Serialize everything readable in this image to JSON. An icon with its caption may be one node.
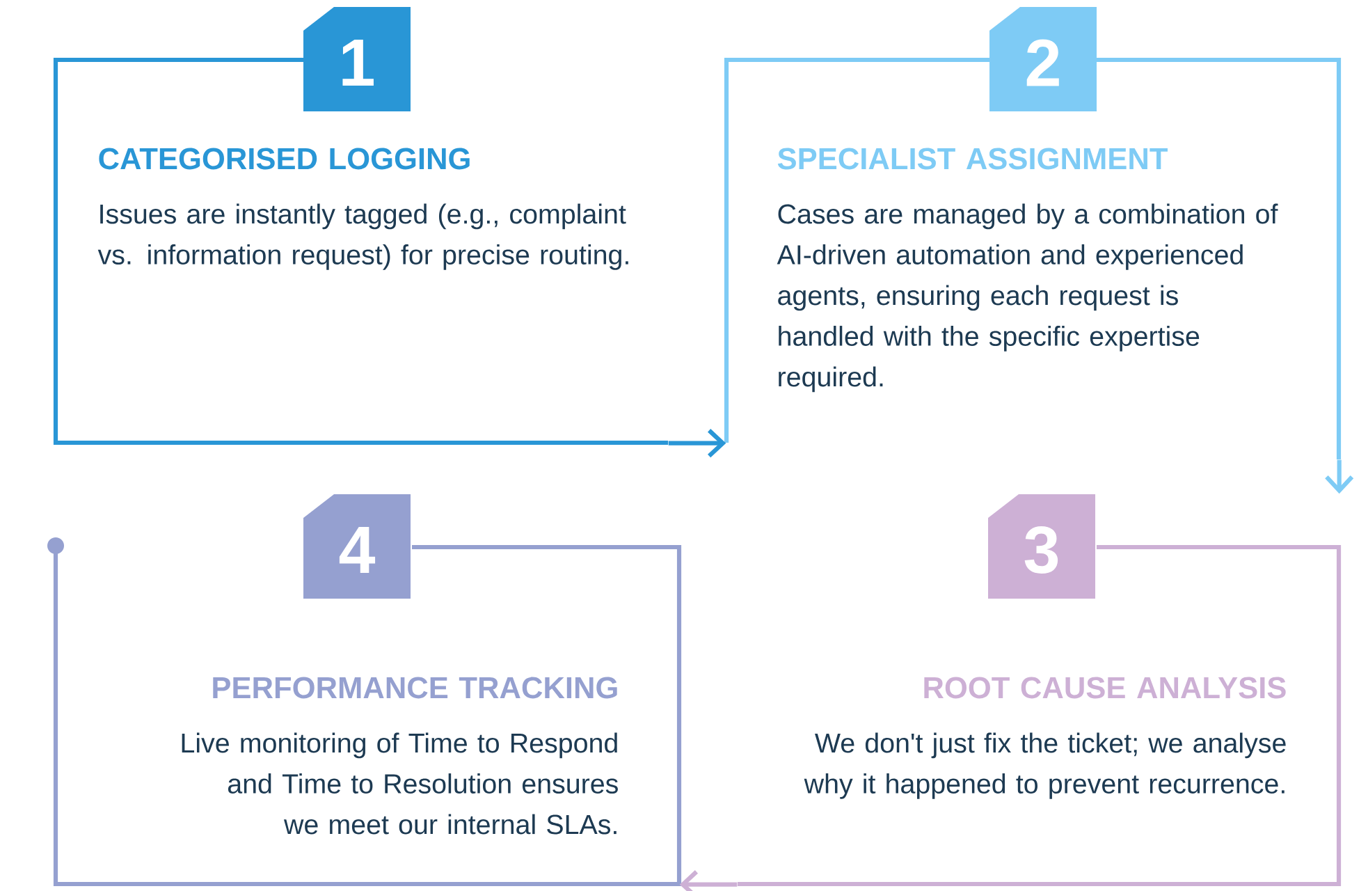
{
  "diagram": {
    "nodes": [
      {
        "text": [
          "1",
          "CATEGORISED LOGGING",
          "Issues are instantly tagged (e.g., complaint vs. information request) for precise routing."
        ]
      },
      {
        "text": [
          "2",
          "SPECIALIST ASSIGNMENT",
          "Cases are managed by a combination of AI-driven automation and experienced agents, ensuring each request is handled with the specific expertise required."
        ]
      },
      {
        "text": [
          "3",
          "ROOT CAUSE ANALYSIS",
          "We don't just fix the ticket; we analyse why it happened to prevent recurrence."
        ]
      },
      {
        "text": [
          "4",
          "PERFORMANCE TRACKING",
          "Live monitoring of Time to Respond and Time to Resolution ensures we meet our internal SLAs."
        ]
      }
    ],
    "edges": [
      {
        "from": 0,
        "to": 1,
        "arrow": "to",
        "color": "#2996d6"
      },
      {
        "from": 1,
        "to": 2,
        "arrow": "to",
        "color": "#7ecbf5"
      },
      {
        "from": 2,
        "to": 3,
        "arrow": "to",
        "color": "#cdb0d5"
      }
    ]
  }
}
